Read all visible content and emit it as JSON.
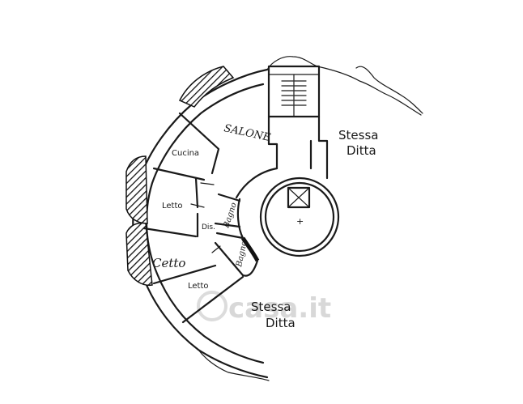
{
  "rooms": {
    "salone": "SALONE",
    "cucina": "Cucina",
    "letto_1": "Letto",
    "letto_2": "Cetto",
    "letto_3": "Letto",
    "disimpegno": "Dis.",
    "bagno_1": "Bagno",
    "bagno_2": "Bagno"
  },
  "neighbours": {
    "top_line1": "Stessa",
    "top_line2": "Ditta",
    "bottom_line1": "Stessa",
    "bottom_line2": "Ditta"
  },
  "watermark": "casa.it",
  "colors": {
    "ink": "#1a1a1a",
    "paper": "#ffffff",
    "watermark": "#d8d8d8"
  }
}
